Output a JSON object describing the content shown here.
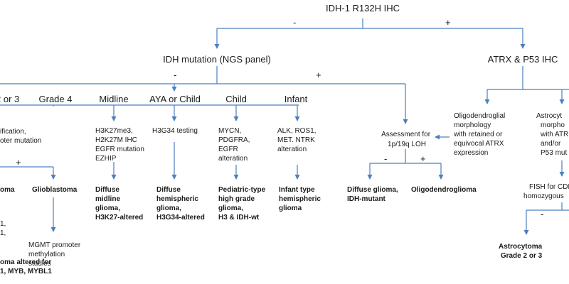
{
  "colors": {
    "connector": "#4a7fc0",
    "text": "#1a1a1a",
    "background": "#ffffff"
  },
  "root": {
    "label": "IDH-1 R132H IHC",
    "neg": "-",
    "pos": "+"
  },
  "idh_ngs": {
    "label": "IDH mutation (NGS panel)",
    "neg": "-",
    "pos": "+"
  },
  "atrx": {
    "label": "ATRX & P53 IHC"
  },
  "negative_groups": {
    "g23": "2 or 3",
    "g4": "Grade 4",
    "midline": "Midline",
    "aya": "AYA or Child",
    "child": "Child",
    "infant": "Infant"
  },
  "tests": {
    "g23": [
      "ification,",
      "oter mutation"
    ],
    "midline": [
      "H3K27me3,",
      "H2K27M IHC",
      "EGFR mutation",
      "EZHIP"
    ],
    "aya": [
      "H3G34 testing"
    ],
    "child": [
      "MYCN,",
      "PDGFRA,",
      "EGFR",
      "alteration"
    ],
    "infant": [
      "ALK, ROS1,",
      "MET. NTRK",
      "alteration"
    ]
  },
  "g23_split": {
    "pos": "+"
  },
  "diagnoses": {
    "g23": [
      "oma"
    ],
    "g4": [
      "Glioblastoma"
    ],
    "midline": [
      "Diffuse",
      "midline",
      "glioma,",
      "H3K27-altered"
    ],
    "aya": [
      "Diffuse",
      "hemispheric",
      "glioma,",
      "H3G34-altered"
    ],
    "child": [
      "Pediatric-type",
      "high grade",
      "glioma,",
      "H3 & IDH-wt"
    ],
    "infant": [
      "Infant type",
      "hemispheric",
      "glioma"
    ]
  },
  "g23_extra": [
    "1,",
    "1,"
  ],
  "g23_bottom": [
    "oma altered for",
    "1, MYB, MYBL1"
  ],
  "mgmt": [
    "MGMT promoter",
    "methylation",
    "studies"
  ],
  "lo1p19q": {
    "lines": [
      "Assessment for",
      "1p/19q LOH"
    ],
    "neg": "-",
    "pos": "+"
  },
  "idh_results": {
    "neg": [
      "Diffuse glioma,",
      "IDH-mutant"
    ],
    "pos": [
      "Oligodendroglioma"
    ]
  },
  "atrx_branches": {
    "oligo": [
      "Oligodendroglial",
      "morphology",
      "with retained or",
      "equivocal ATRX",
      "expression"
    ],
    "astro": [
      "Astrocyt",
      "morpho",
      "with ATR",
      "and/or",
      "P53 mut"
    ]
  },
  "fish": {
    "lines": [
      "FISH for CDK",
      "homozygous"
    ],
    "neg": "-"
  },
  "astro_result": [
    "Astrocytoma",
    "Grade 2 or 3"
  ]
}
